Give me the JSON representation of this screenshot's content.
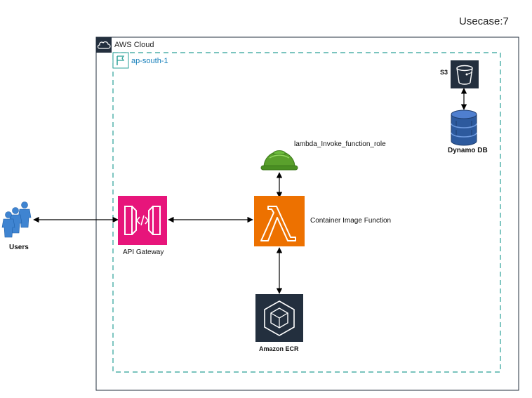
{
  "title": "Usecase:7",
  "cloud": {
    "label": "AWS Cloud"
  },
  "region": {
    "label": "ap-south-1"
  },
  "nodes": {
    "users": {
      "label": "Users"
    },
    "api_gateway": {
      "label": "API Gateway"
    },
    "lambda": {
      "label": "Container Image Function"
    },
    "iam_role": {
      "label": "lambda_Invoke_function_role"
    },
    "ecr": {
      "label": "Amazon ECR"
    },
    "s3": {
      "label": "S3"
    },
    "dynamodb": {
      "label": "Dynamo DB"
    }
  },
  "colors": {
    "api_gateway": "#e7157b",
    "lambda": "#ed7100",
    "ecr": "#232f3e",
    "s3": "#232f3e",
    "dynamodb": "#3e63ad",
    "iam_role": "#5aa02c",
    "users": "#3f84d1",
    "region_border": "#147eba",
    "cloud_border": "#232f3e"
  }
}
